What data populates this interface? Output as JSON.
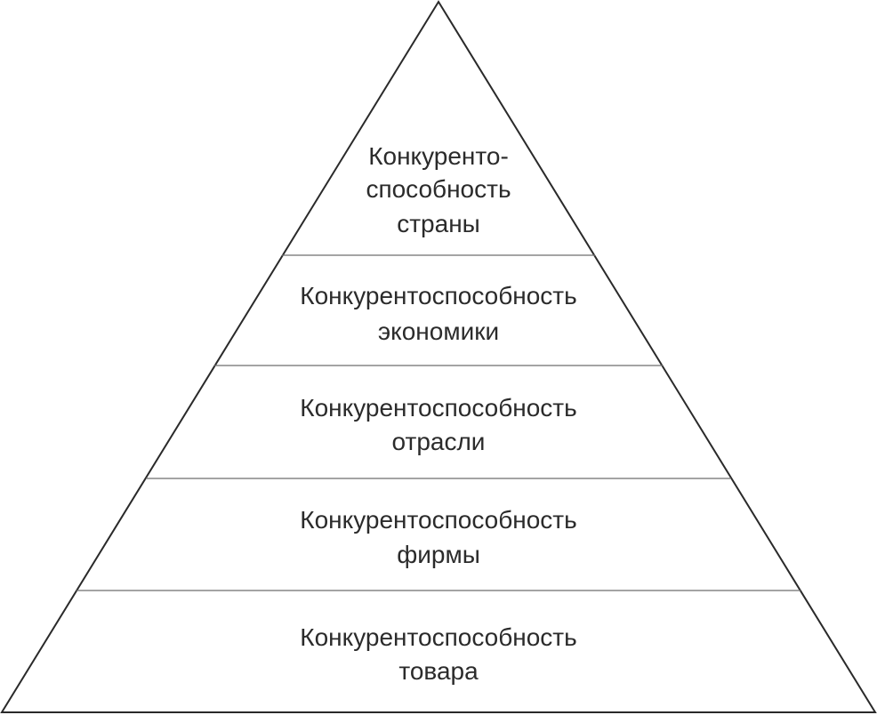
{
  "diagram": {
    "levels": [
      {
        "lines": [
          "Конкуренто-",
          "способность",
          "страны"
        ]
      },
      {
        "lines": [
          "Конкурентоспособность",
          "экономики"
        ]
      },
      {
        "lines": [
          "Конкурентоспособность",
          "отрасли"
        ]
      },
      {
        "lines": [
          "Конкурентоспособность",
          "фирмы"
        ]
      },
      {
        "lines": [
          "Конкурентоспособность",
          "товара"
        ]
      }
    ]
  }
}
